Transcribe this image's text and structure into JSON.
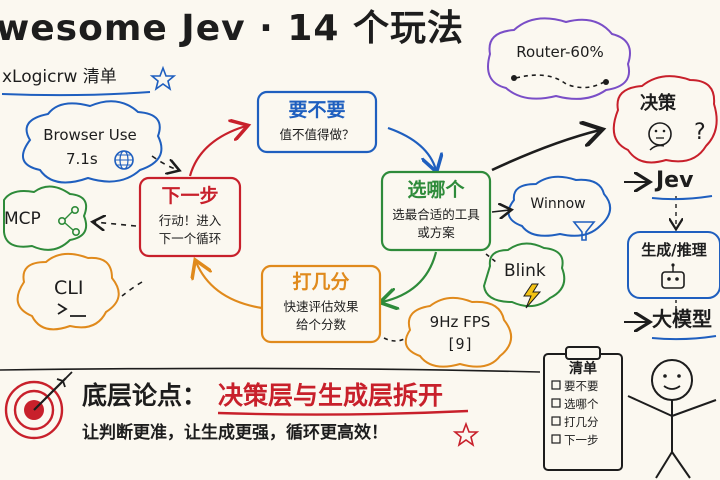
{
  "title": "wesome Jev · 14 个玩法",
  "subtitle": "xLogicrw 清单",
  "cycle": {
    "top": {
      "title": "要不要",
      "sub": "值不值得做？"
    },
    "right": {
      "title": "选哪个",
      "sub1": "选最合适的工具",
      "sub2": "或方案"
    },
    "bottom": {
      "title": "打几分",
      "sub1": "快速评估效果",
      "sub2": "给个分数"
    },
    "left": {
      "title": "下一步",
      "sub1": "行动！进入",
      "sub2": "下一个循环"
    }
  },
  "clouds": {
    "browser": {
      "line1": "Browser Use",
      "line2": "7.1s"
    },
    "mcp": "MCP",
    "cli": "CLI",
    "router": "Router-60%",
    "winnow": "Winnow",
    "blink": "Blink",
    "fps": {
      "line1": "9Hz FPS",
      "line2": "[9]"
    },
    "decision": "决策"
  },
  "right_panel": {
    "jev": "Jev",
    "gen": "生成/推理",
    "model": "大模型"
  },
  "clipboard": {
    "title": "清单",
    "items": [
      "要不要",
      "选哪个",
      "打几分",
      "下一步"
    ]
  },
  "footer": {
    "label": "底层论点：",
    "statement": "决策层与生成层拆开",
    "line2": "让判断更准，让生成更强，循环更高效！"
  },
  "colors": {
    "blue": "#1f5fbf",
    "green": "#2e8b3a",
    "orange": "#e08a1c",
    "red": "#c8202b",
    "purple": "#7a4ec7",
    "ink": "#1d1d1d"
  }
}
